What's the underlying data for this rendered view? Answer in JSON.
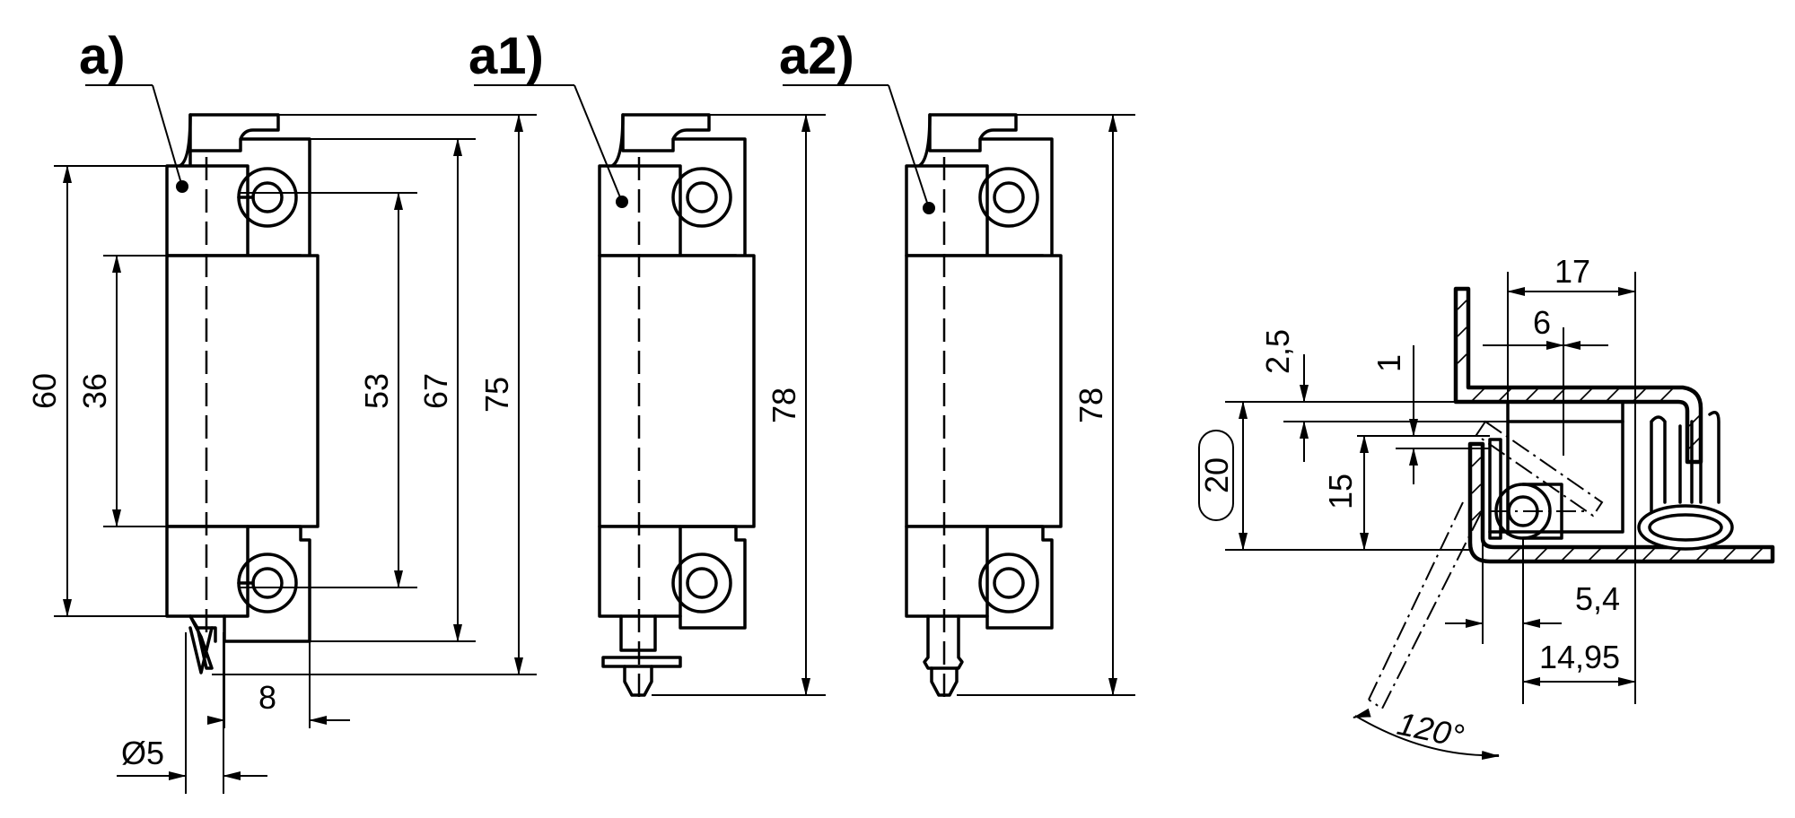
{
  "labels": {
    "variant_a": "a)",
    "variant_a1": "a1)",
    "variant_a2": "a2)"
  },
  "dimensions": {
    "a_60": "60",
    "a_36": "36",
    "a_53": "53",
    "a_67": "67",
    "a_75": "75",
    "a_8": "8",
    "a_d5": "Ø5",
    "a1_78": "78",
    "a2_78": "78",
    "s_17": "17",
    "s_6": "6",
    "s_2_5": "2,5",
    "s_1": "1",
    "s_20": "20",
    "s_15": "15",
    "s_5_4": "5,4",
    "s_14_95": "14,95",
    "s_angle": "120°"
  }
}
